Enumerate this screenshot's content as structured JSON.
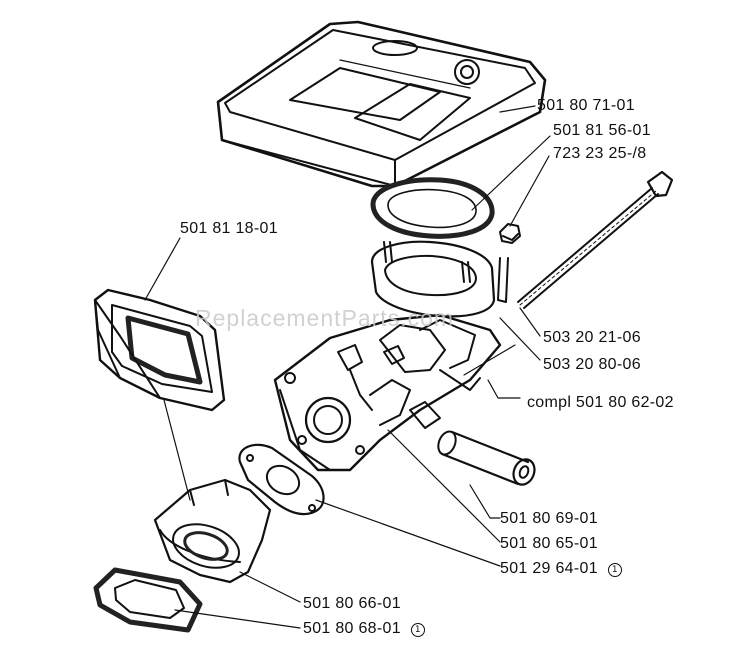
{
  "watermark": "ReplacementParts.com",
  "labels": {
    "p_501_80_71_01": "501 80 71-01",
    "p_501_81_56_01": "501 81 56-01",
    "p_723_23_25_8": "723 23 25-/8",
    "p_501_81_18_01": "501 81 18-01",
    "p_503_20_21_06": "503 20 21-06",
    "p_503_20_80_06": "503 20 80-06",
    "p_compl": "compl 501 80 62-02",
    "p_501_80_69_01": "501 80 69-01",
    "p_501_80_65_01": "501 80 65-01",
    "p_501_29_64_01": "501 29 64-01",
    "p_501_80_66_01": "501 80 66-01",
    "p_501_80_68_01": "501 80 68-01"
  },
  "marks": {
    "kit_symbol": "1"
  }
}
